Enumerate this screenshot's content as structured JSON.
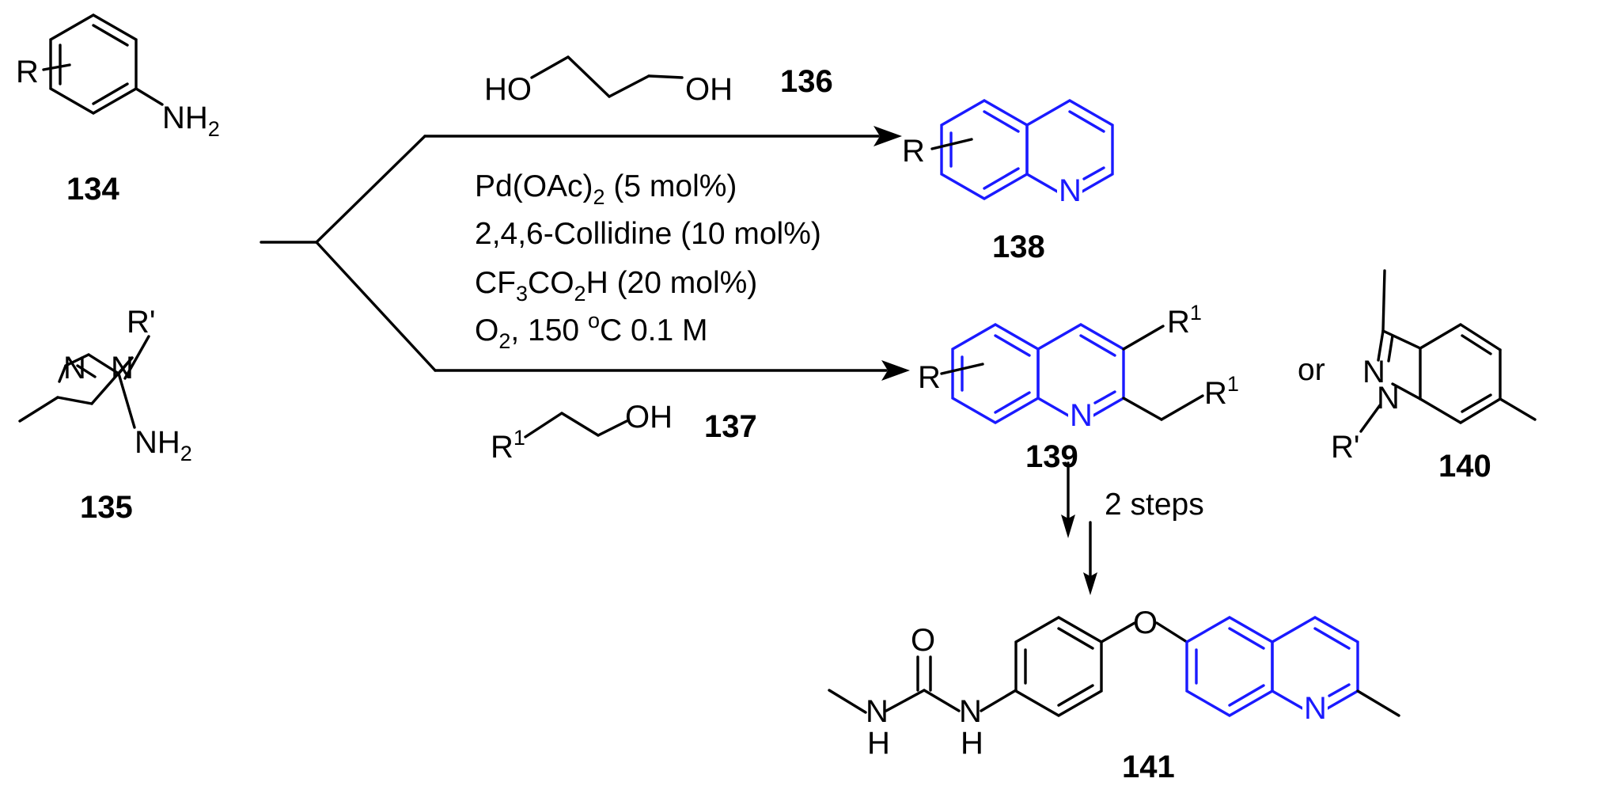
{
  "compounds": {
    "c134": {
      "number": "134",
      "R": "R",
      "NH": "NH",
      "NH_sub": "2"
    },
    "c135": {
      "number": "135",
      "Rp": "R'",
      "N1": "N",
      "N2": "N",
      "NH": "NH",
      "NH_sub": "2"
    },
    "c136": {
      "number": "136",
      "HO": "HO",
      "OH": "OH"
    },
    "c137": {
      "number": "137",
      "R": "R",
      "R_sup": "1",
      "OH": "OH"
    },
    "c138": {
      "number": "138",
      "R": "R",
      "N": "N"
    },
    "c139": {
      "number": "139",
      "R": "R",
      "N": "N",
      "R1a": "R",
      "R1a_sup": "1",
      "R1b": "R",
      "R1b_sup": "1"
    },
    "c140": {
      "number": "140",
      "N1": "N",
      "N2": "N",
      "Rp": "R'"
    },
    "c141": {
      "number": "141",
      "O_carbonyl": "O",
      "NH1": "N",
      "H1": "H",
      "NH2": "N",
      "H2": "H",
      "O_ether": "O",
      "N": "N"
    }
  },
  "conditions": {
    "line1_a": "Pd(OAc)",
    "line1_sub": "2",
    "line1_b": " (5 mol%)",
    "line2": "2,4,6-Collidine (10 mol%)",
    "line3_a": "CF",
    "line3_sub1": "3",
    "line3_b": "CO",
    "line3_sub2": "2",
    "line3_c": "H (20 mol%)",
    "line4_a": "O",
    "line4_sub": "2",
    "line4_b": ", 150 ",
    "line4_sup": "o",
    "line4_c": "C 0.1 M"
  },
  "or_label": "or",
  "steps_label": "2 steps",
  "colors": {
    "highlight": "#1a1aff",
    "ink": "#000000"
  }
}
